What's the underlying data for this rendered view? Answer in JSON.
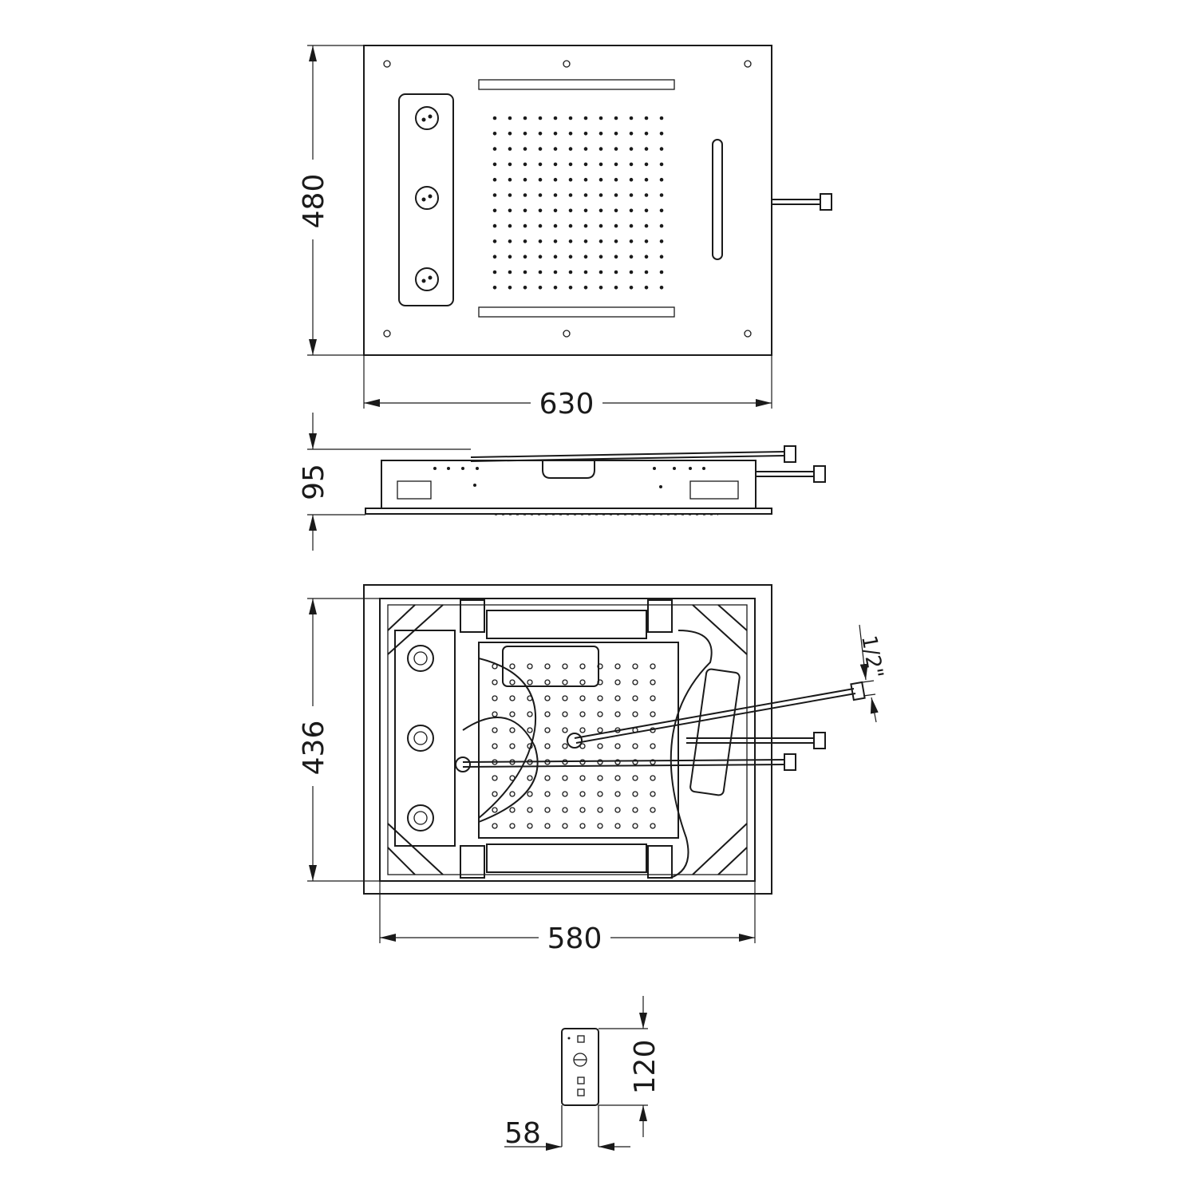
{
  "title": "Ceiling shower head technical drawing",
  "dimensions": {
    "top_height": "480",
    "top_width": "630",
    "side_depth": "95",
    "back_height": "436",
    "back_width": "580",
    "connection_size": "1/2\"",
    "remote_height": "120",
    "remote_width": "58"
  },
  "colors": {
    "line": "#1a1a1a",
    "background": "#ffffff"
  }
}
